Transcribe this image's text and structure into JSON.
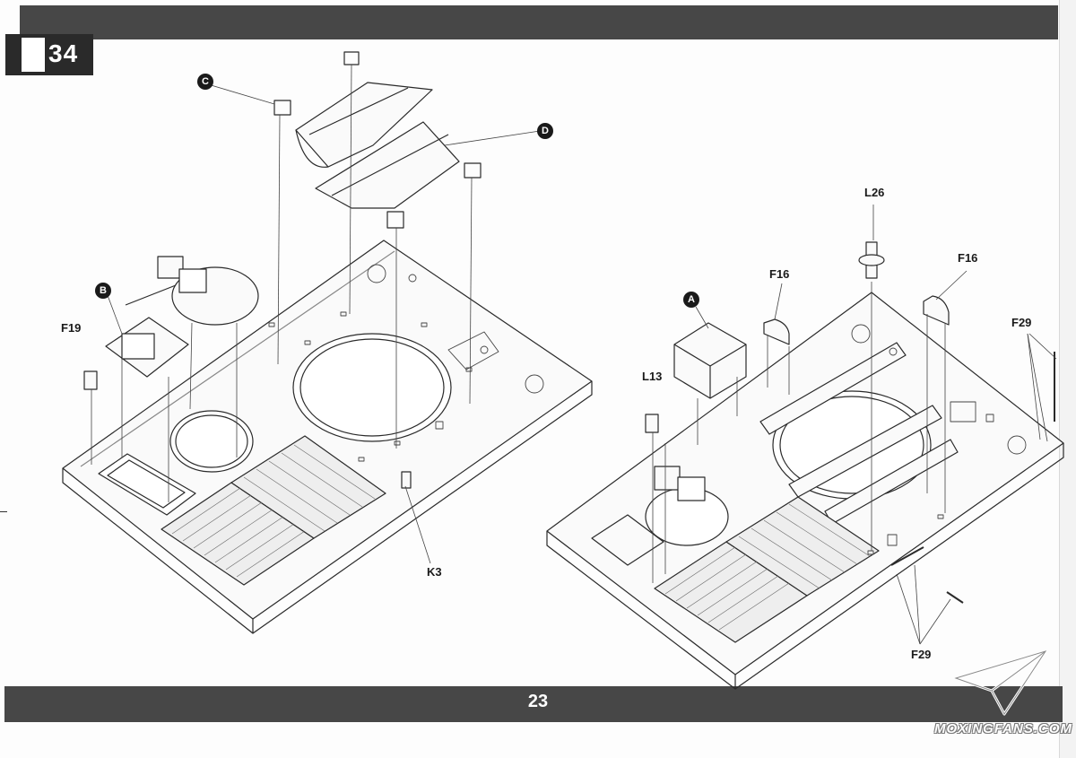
{
  "step": {
    "number": "34"
  },
  "footer": {
    "page_number": "23"
  },
  "watermark": {
    "text": "MOXINGFANS.COM"
  },
  "left_assembly": {
    "callouts": [
      "C",
      "D",
      "B"
    ],
    "parts": [
      "F19",
      "K3"
    ]
  },
  "right_assembly": {
    "callouts": [
      "A"
    ],
    "parts": [
      "L26",
      "F16",
      "F16",
      "F29",
      "L13",
      "F29"
    ]
  },
  "colors": {
    "band": "#474747",
    "ink": "#1a1a1a",
    "paper": "#fdfdfd"
  }
}
